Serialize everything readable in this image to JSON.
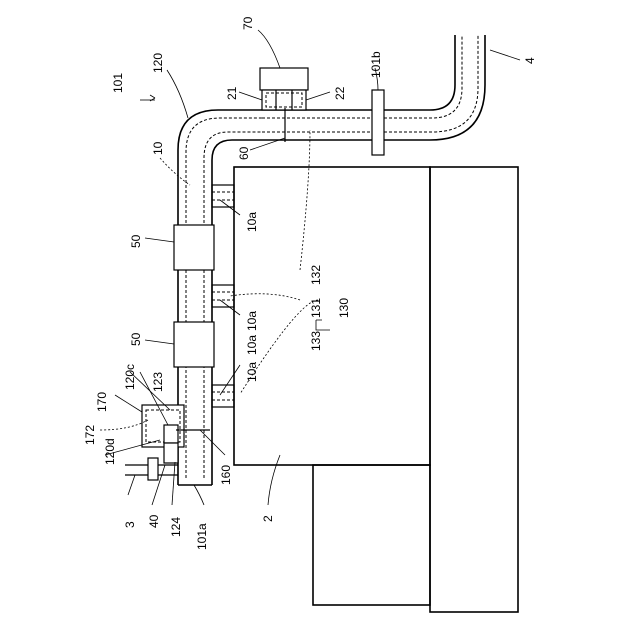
{
  "diagram": {
    "labels": {
      "ref_101": "101",
      "ref_120": "120",
      "ref_70": "70",
      "ref_21": "21",
      "ref_22": "22",
      "ref_101b": "101b",
      "ref_4": "4",
      "ref_10": "10",
      "ref_60": "60",
      "ref_10a_1": "10a",
      "ref_50_top": "50",
      "ref_132": "132",
      "ref_131": "131",
      "ref_133": "133",
      "ref_130": "130",
      "ref_10a_2": "10a",
      "ref_10a_3": "10a",
      "ref_50_bottom": "50",
      "ref_10a_4": "10a",
      "ref_120c": "120c",
      "ref_123": "123",
      "ref_170": "170",
      "ref_172": "172",
      "ref_120d": "120d",
      "ref_3": "3",
      "ref_40": "40",
      "ref_124": "124",
      "ref_101a": "101a",
      "ref_160": "160",
      "ref_2": "2"
    }
  }
}
